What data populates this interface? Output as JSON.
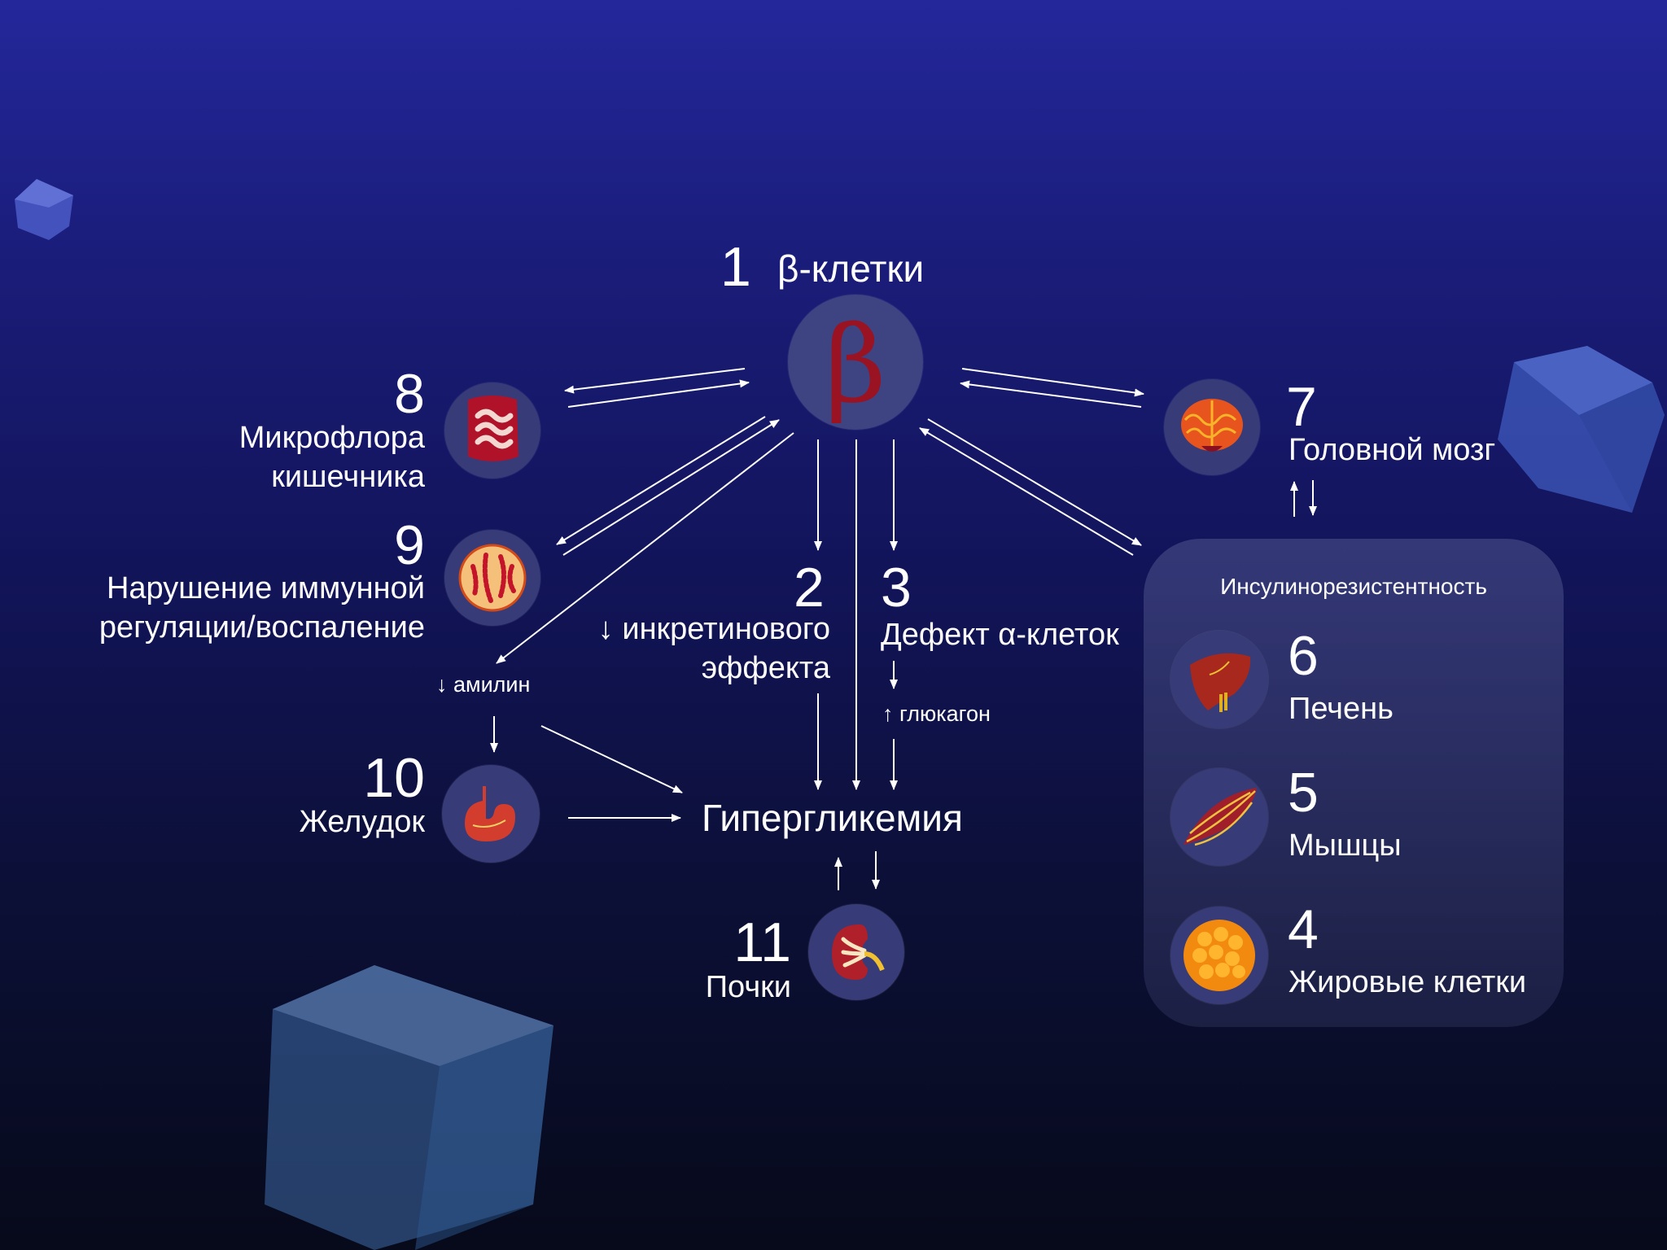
{
  "beta": {
    "number": "1",
    "title": "β-клетки",
    "glyph": "β"
  },
  "n8": {
    "number": "8",
    "line1": "Микрофлора",
    "line2": "кишечника",
    "icon": "intestine-icon"
  },
  "n9": {
    "number": "9",
    "line1": "Нарушение иммунной",
    "line2": "регуляции/воспаление",
    "icon": "immune-cell-icon"
  },
  "n2": {
    "number": "2",
    "line1": "↓ инкретинового",
    "line2": "эффекта"
  },
  "n3": {
    "number": "3",
    "line1": "Дефект α-клеток",
    "glucagon": "↑ глюкагон"
  },
  "amylin": "↓ амилин",
  "n10": {
    "number": "10",
    "label": "Желудок",
    "icon": "stomach-icon"
  },
  "hyper": "Гипергликемия",
  "n11": {
    "number": "11",
    "label": "Почки",
    "icon": "kidney-icon"
  },
  "n7": {
    "number": "7",
    "label": "Головной мозг",
    "icon": "brain-icon"
  },
  "insulin_panel": {
    "title": "Инсулинорезистентность",
    "n6": {
      "number": "6",
      "label": "Печень",
      "icon": "liver-icon"
    },
    "n5": {
      "number": "5",
      "label": "Мышцы",
      "icon": "muscle-icon"
    },
    "n4": {
      "number": "4",
      "label": "Жировые клетки",
      "icon": "fat-cells-icon"
    }
  },
  "colors": {
    "beta": "#9a1322",
    "bg_top": "#23279a",
    "bg_bottom": "#070a1a"
  }
}
